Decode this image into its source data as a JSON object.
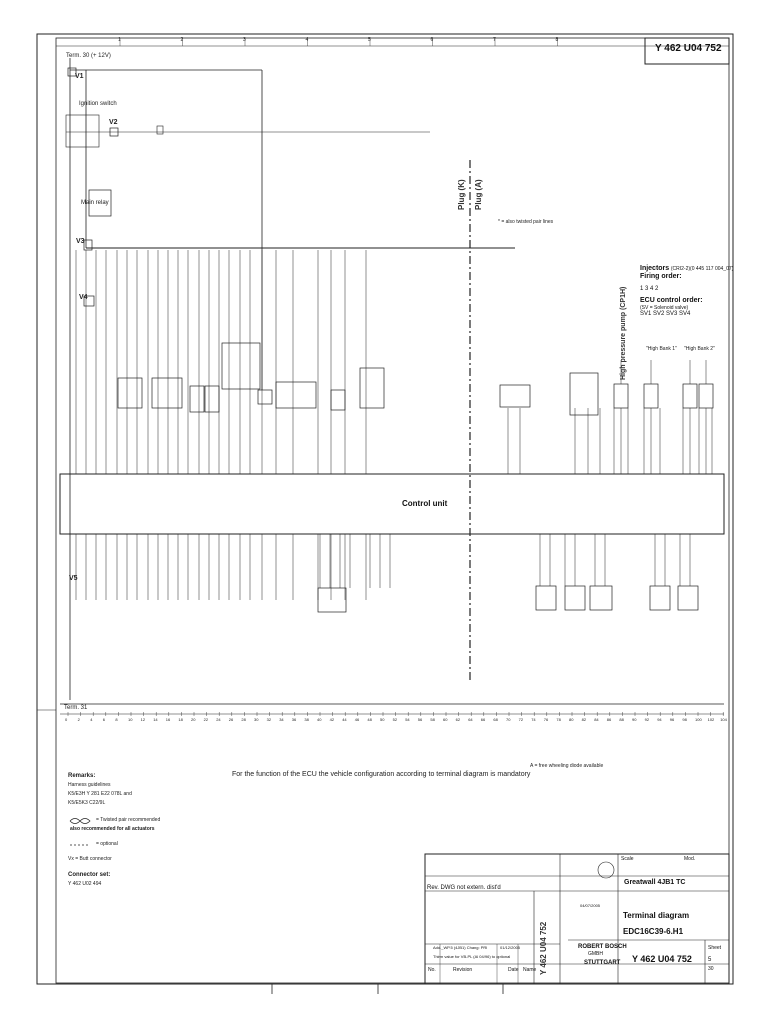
{
  "document": {
    "number": "Y 462 U04 752",
    "term_label": "Term. 30 (+ 12V)",
    "term31_label": "Term. 31",
    "control_unit": "Control unit",
    "plug_k": "Plug (K)",
    "plug_a": "Plug (A)",
    "note_top": "* = also twisted pair lines",
    "function_note": "For the function of the ECU the vehicle configuration according to terminal diagram is mandatory",
    "freewheel_note": "A = free wheeling diode available"
  },
  "relays": {
    "v1": "V1",
    "v2": "V2",
    "v3": "V3",
    "v4": "V4",
    "v5": "V5",
    "ignition_switch": "Ignition switch",
    "main_relay": "Main relay"
  },
  "injectors": {
    "title": "Injectors",
    "part": "(CRI2-2)(0 445 117 004_07)",
    "firing_label": "Firing order:",
    "firing_order": "1 3 4 2",
    "ecu_order_label": "ECU control order:",
    "solenoid": "(SV = Solenoid valve)",
    "ecu_order": "SV1 SV2 SV3 SV4",
    "bank1": "\"High Bank 1\"",
    "bank2": "\"High Bank 2\"",
    "hp_pump": "High pressure pump (CP1H)"
  },
  "remarks": {
    "title": "Remarks:",
    "lines": [
      "Harness guidelines",
      "K5/E3H Y 281 E22 078L and",
      "K5/E5K3 C22/9L"
    ],
    "twisted": "= Twisted pair recommended",
    "twisted2": "also recommended for all actuators",
    "optional": "= optional",
    "butt": "Vx = Butt connector",
    "conn_title": "Connector set:",
    "conn_value": "Y 462 U02 494"
  },
  "scale": [
    "0",
    "2",
    "4",
    "6",
    "8",
    "10",
    "12",
    "14",
    "16",
    "18",
    "20",
    "22",
    "24",
    "26",
    "28",
    "30",
    "32",
    "34",
    "36",
    "38",
    "40",
    "42",
    "44",
    "46",
    "48",
    "50",
    "52",
    "54",
    "56",
    "58",
    "60",
    "62",
    "64",
    "66",
    "68",
    "70",
    "72",
    "74",
    "76",
    "78",
    "80",
    "82",
    "84",
    "86",
    "88",
    "90",
    "92",
    "94",
    "96",
    "98",
    "100",
    "102",
    "104"
  ],
  "top_ruler": [
    "1",
    "2",
    "3",
    "4",
    "5",
    "6",
    "7",
    "8"
  ],
  "title_block": {
    "rev_note": "Rev. DWG not extern. dist'd",
    "customer": "Greatwall 4JB1 TC",
    "title_line1": "Terminal diagram",
    "title_line2": "EDC16C39-6.H1",
    "company1": "ROBERT BOSCH",
    "company2": "GMBH",
    "company3": "STUTTGART",
    "doc_no": "Y 462 U04 752",
    "sheet_label": "Sheet",
    "sheet_no": "5",
    "sheet_of": "30",
    "rev_entry": "Add._WP.5 (4JB1) Chang: PRI",
    "rev_entry2": "Thirm value for VB-PL (Al 04/96) to optional",
    "date1": "01/12/2005",
    "date2": "04/07/2005",
    "col_no": "No.",
    "col_rev": "Revision",
    "col_date": "Date",
    "col_name": "Name",
    "col_scale": "Scale",
    "col_mod": "Mod."
  },
  "colors": {
    "line": "#222222",
    "bg": "#ffffff"
  }
}
